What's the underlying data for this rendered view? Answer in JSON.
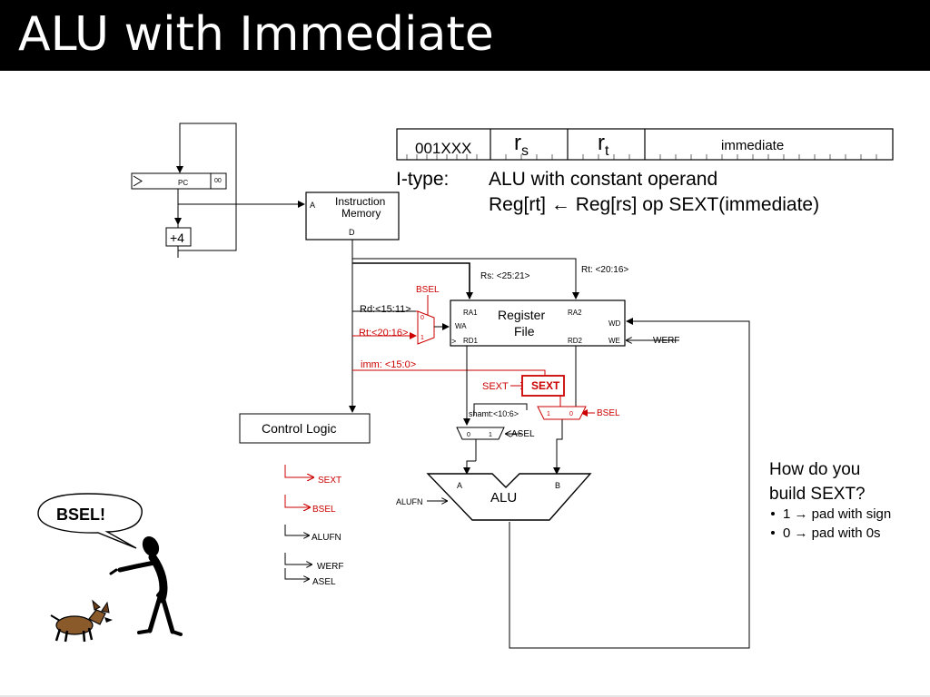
{
  "slide": {
    "title": "ALU with Immediate"
  },
  "instruction_format": {
    "opcode": "001XXX",
    "rs_main": "r",
    "rs_sub": "s",
    "rt_main": "r",
    "rt_sub": "t",
    "immediate": "immediate",
    "type_label": "I-type:",
    "description": "ALU with constant operand",
    "rtl": "Reg[rt] ← Reg[rs] op SEXT(immediate)"
  },
  "datapath": {
    "pc_label": "PC",
    "pc_bits": "00",
    "plus4": "+4",
    "imem_a": "A",
    "imem_line1": "Instruction",
    "imem_line2": "Memory",
    "imem_d": "D",
    "rs_field": "Rs: <25:21>",
    "rt_field_top": "Rt: <20:16>",
    "bsel_top": "BSEL",
    "rd_field": "Rd:<15:11>",
    "rt_field_mux": "Rt:<20:16>",
    "mux_in0": "0",
    "mux_in1": "1",
    "imm_field": "imm: <15:0>",
    "rf_ra1": "RA1",
    "rf_ra2": "RA2",
    "rf_wa": "WA",
    "rf_wd": "WD",
    "rf_rd1": "RD1",
    "rf_rd2": "RD2",
    "rf_we": "WE",
    "rf_line1": "Register",
    "rf_line2": "File",
    "clk_glyph": ">",
    "werf_in": "WERF",
    "sext_in": "SEXT",
    "sext_box": "SEXT",
    "shamt": "shamt:<10:6>",
    "bmux_1": "1",
    "bmux_0": "0",
    "bsel_right": "BSEL",
    "amux_0": "0",
    "amux_1": "1",
    "asel_in": "ASEL",
    "control_logic": "Control Logic",
    "alu": "ALU",
    "alu_a": "A",
    "alu_b": "B",
    "alufn_in": "ALUFN",
    "out_sext": "SEXT",
    "out_bsel": "BSEL",
    "out_alufn": "ALUFN",
    "out_werf": "WERF",
    "out_asel": "ASEL"
  },
  "note": {
    "line1": "How do you",
    "line2": "build SEXT?",
    "bullet1": "1 → pad with sign",
    "bullet2": "0 → pad with 0s"
  },
  "cartoon": {
    "speech": "BSEL!"
  },
  "colors": {
    "accent_red": "#cc0000",
    "title_bg": "#000000",
    "dog_brown": "#8b5a2b"
  }
}
